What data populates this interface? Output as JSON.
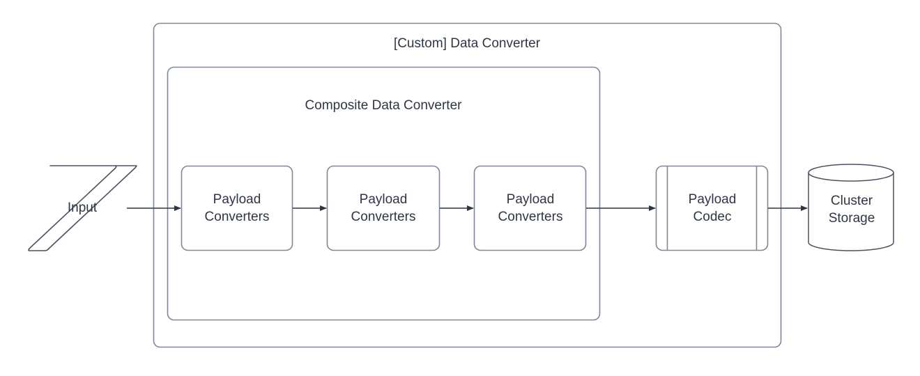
{
  "diagram": {
    "title": "[Custom] Data Converter",
    "background_color": "#ffffff",
    "stroke_color": "#7f8896",
    "text_color": "#2f3643",
    "arrow_color": "#2f3643",
    "containers": [
      {
        "id": "custom-data-converter",
        "label": "[Custom] Data Converter",
        "shape": "rounded-rectangle"
      },
      {
        "id": "composite-data-converter",
        "label": "Composite Data Converter",
        "shape": "rounded-rectangle"
      }
    ],
    "nodes": [
      {
        "id": "input",
        "label": "Input",
        "shape": "parallelogram"
      },
      {
        "id": "payload-converters-1",
        "label": "Payload\nConverters",
        "shape": "rounded-rectangle"
      },
      {
        "id": "payload-converters-2",
        "label": "Payload\nConverters",
        "shape": "rounded-rectangle"
      },
      {
        "id": "payload-converters-3",
        "label": "Payload\nConverters",
        "shape": "rounded-rectangle"
      },
      {
        "id": "payload-codec",
        "label": "Payload\nCodec",
        "shape": "process"
      },
      {
        "id": "cluster-storage",
        "label": "Cluster\nStorage",
        "shape": "cylinder"
      }
    ],
    "edges": [
      {
        "id": "edge-input-to-pc1",
        "from": "input",
        "to": "payload-converters-1",
        "arrow": "open-triangle"
      },
      {
        "id": "edge-pc1-to-pc2",
        "from": "payload-converters-1",
        "to": "payload-converters-2",
        "arrow": "open-triangle"
      },
      {
        "id": "edge-pc2-to-pc3",
        "from": "payload-converters-2",
        "to": "payload-converters-3",
        "arrow": "open-triangle"
      },
      {
        "id": "edge-pc3-to-codec",
        "from": "payload-converters-3",
        "to": "payload-codec",
        "arrow": "open-triangle"
      },
      {
        "id": "edge-codec-to-storage",
        "from": "payload-codec",
        "to": "cluster-storage",
        "arrow": "open-triangle"
      }
    ]
  }
}
